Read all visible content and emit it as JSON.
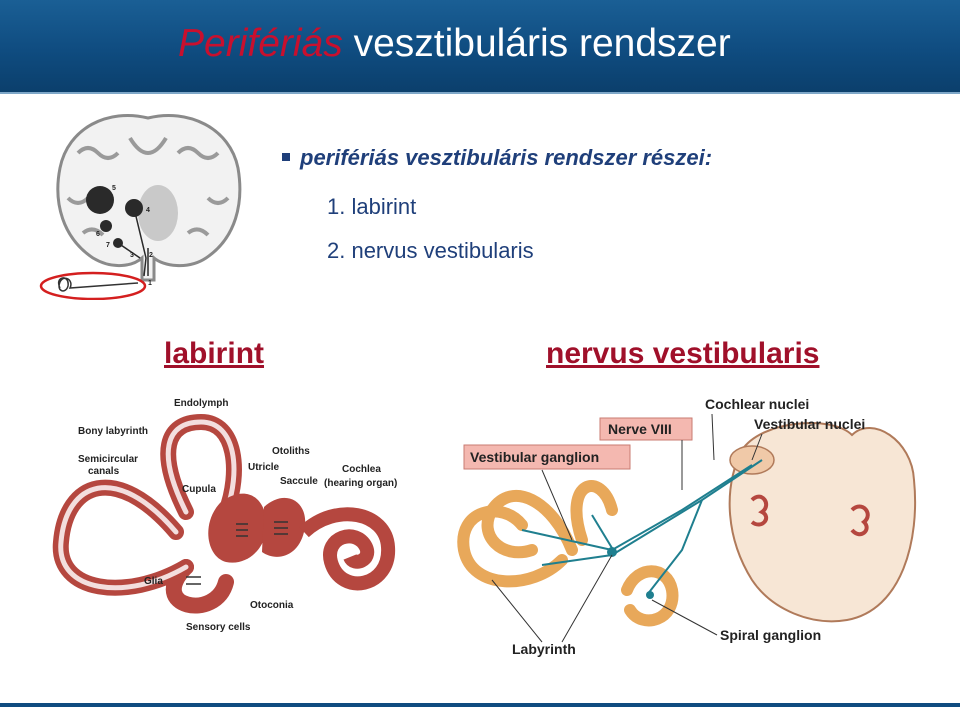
{
  "slide": {
    "title_accent": "Perifériás",
    "title_rest": " vesztibuláris rendszer",
    "bullet": "perifériás vesztibuláris rendszer részei:",
    "items": [
      "1. labirint",
      "2. nervus vestibularis"
    ],
    "left_heading": "labirint",
    "right_heading": "nervus vestibularis"
  },
  "brain_figure": {
    "numbers": [
      "1",
      "2",
      "3",
      "4",
      "5",
      "6",
      "7"
    ]
  },
  "labyrinth_figure": {
    "labels": {
      "endolymph": "Endolymph",
      "bony": "Bony labyrinth",
      "semi1": "Semicircular",
      "semi2": "canals",
      "otoliths": "Otoliths",
      "utricle": "Utricle",
      "saccule": "Saccule",
      "cochlea1": "Cochlea",
      "cochlea2": "(hearing organ)",
      "cupula": "Cupula",
      "glia": "Glia",
      "otoconia": "Otoconia",
      "sensory": "Sensory cells"
    }
  },
  "nerve_figure": {
    "labels": {
      "cochlear_nuclei": "Cochlear nuclei",
      "vestibular_nuclei": "Vestibular nuclei",
      "nerve_viii": "Nerve VIII",
      "vestibular_ganglion": "Vestibular ganglion",
      "labyrinth": "Labyrinth",
      "spiral_ganglion": "Spiral ganglion"
    }
  },
  "colors": {
    "header": "#0f4c80",
    "accent_red": "#c8102e",
    "text_blue": "#1f3f7a",
    "heading_red": "#a0102a",
    "labyrinth_red": "#b5473f",
    "nerve_teal": "#1f7f8f",
    "tissue": "#f7e6d5"
  }
}
